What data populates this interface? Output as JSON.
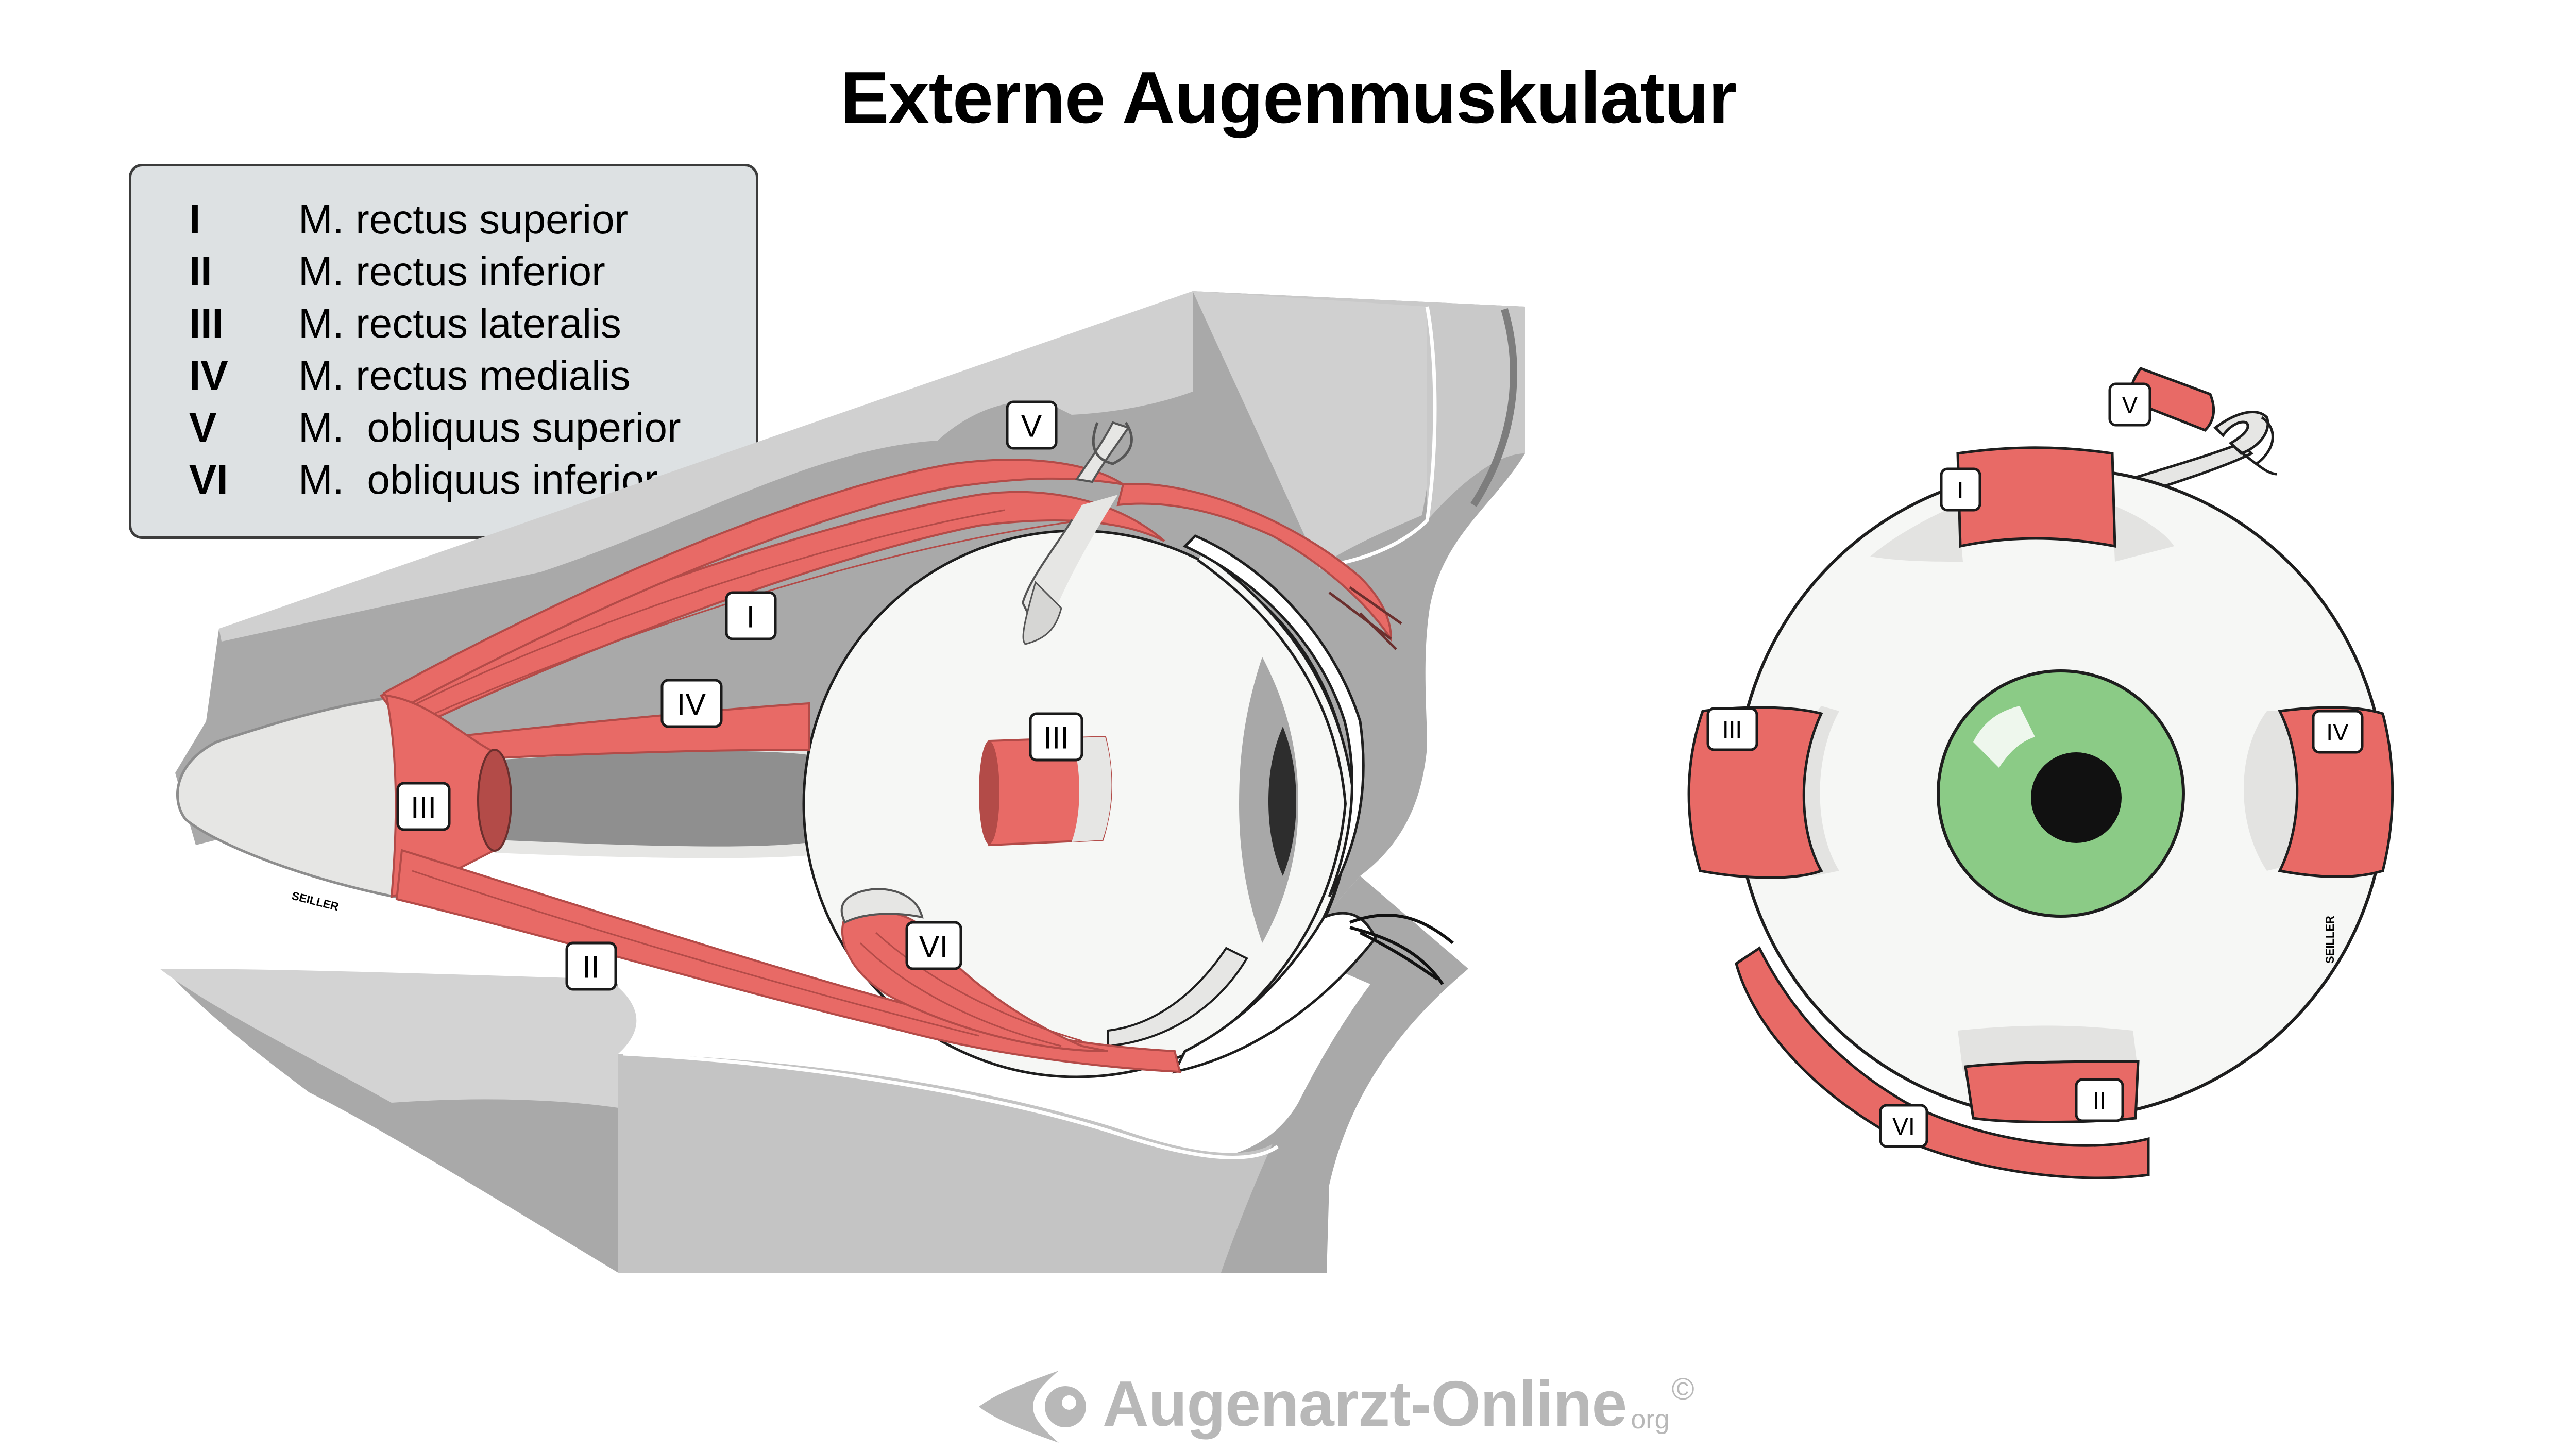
{
  "title": "Externe Augenmuskulatur",
  "legend": [
    {
      "num": "I",
      "name": "M. rectus superior"
    },
    {
      "num": "II",
      "name": "M. rectus inferior"
    },
    {
      "num": "III",
      "name": "M. rectus lateralis"
    },
    {
      "num": "IV",
      "name": "M. rectus medialis"
    },
    {
      "num": "V",
      "name": "M.  obliquus superior"
    },
    {
      "num": "VI",
      "name": "M.  obliquus inferior"
    }
  ],
  "side_view_labels": [
    "V",
    "I",
    "IV",
    "III",
    "III",
    "VI",
    "II"
  ],
  "front_view_labels": [
    "V",
    "I",
    "III",
    "IV",
    "II",
    "VI"
  ],
  "signature": "SEILLER",
  "footer": {
    "name": "Augenarzt-Online",
    "tld": "org",
    "copyright": "©"
  },
  "colors": {
    "muscle": "#e86a66",
    "muscle_dark": "#b34b48",
    "bone_light": "#d3d3d3",
    "bone_dark": "#a9a9a9",
    "eye_white": "#f6f7f5",
    "iris": "#8bcb86",
    "pupil": "#111111",
    "legend_bg": "#dde1e3"
  },
  "icons": [
    "eye-logo-icon"
  ]
}
